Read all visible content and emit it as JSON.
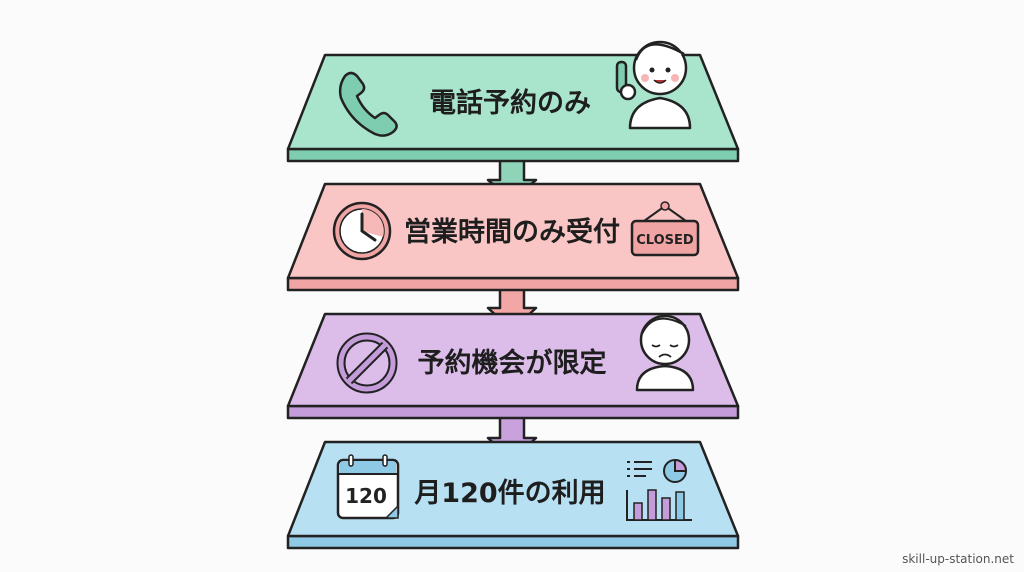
{
  "steps": [
    {
      "label": "電話予約のみ",
      "icon": "phone-icon",
      "illustration": "smiling-person-on-phone",
      "color": "#a9e4cd",
      "side": "#7fcdb0"
    },
    {
      "label": "営業時間のみ受付",
      "icon": "clock-icon",
      "illustration": "closed-sign",
      "sign_text": "CLOSED",
      "color": "#f9c6c5",
      "side": "#f0a4a3"
    },
    {
      "label": "予約機会が限定",
      "icon": "prohibited-icon",
      "illustration": "sad-person",
      "color": "#dcbdea",
      "side": "#c49cda"
    },
    {
      "label": "月120件の利用",
      "icon": "calendar-icon",
      "calendar_text": "120",
      "illustration": "chart-report",
      "color": "#b8e0f3",
      "side": "#8ec9e6"
    }
  ],
  "watermark": "skill-up-station.net"
}
